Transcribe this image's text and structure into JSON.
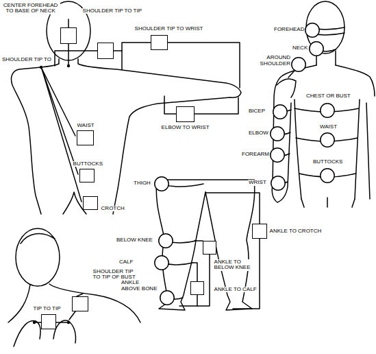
{
  "diagram": {
    "nodes": [
      {
        "text": [
          "CENTER FOREHEAD TO BASE OF NECK"
        ]
      },
      {
        "text": [
          "SHOULDER TIP TO TIP"
        ]
      },
      {
        "text": [
          "SHOULDER TIP TO WRIST"
        ]
      },
      {
        "text": [
          "FOREHEAD"
        ]
      },
      {
        "text": [
          "NECK"
        ]
      },
      {
        "text": [
          "AROUND SHOULDER"
        ]
      },
      {
        "text": [
          "CHEST OR BUST"
        ]
      },
      {
        "text": [
          "BICEP"
        ]
      },
      {
        "text": [
          "ELBOW TO WRIST"
        ]
      },
      {
        "text": [
          "WAIST"
        ]
      },
      {
        "text": [
          "ELBOW"
        ]
      },
      {
        "text": [
          "WAIST"
        ]
      },
      {
        "text": [
          "FOREARM"
        ]
      },
      {
        "text": [
          "BUTTOCKS"
        ]
      },
      {
        "text": [
          "BUTTOCKS"
        ]
      },
      {
        "text": [
          "THIGH"
        ]
      },
      {
        "text": [
          "WRIST"
        ]
      },
      {
        "text": [
          "CROTCH"
        ]
      },
      {
        "text": [
          "ANKLE TO CROTCH"
        ]
      },
      {
        "text": [
          "BELOW KNEE"
        ]
      },
      {
        "text": [
          "ANKLE TO BELOW KNEE"
        ]
      },
      {
        "text": [
          "CALF"
        ]
      },
      {
        "text": [
          "SHOULDER TIP TO TIP OF BUST"
        ]
      },
      {
        "text": [
          "ANKLE ABOVE BONE"
        ]
      },
      {
        "text": [
          "ANKLE TO CALF"
        ]
      },
      {
        "text": [
          "TIP TO TIP"
        ]
      }
    ],
    "labels": [
      "SHOULDER TIP TO"
    ]
  }
}
